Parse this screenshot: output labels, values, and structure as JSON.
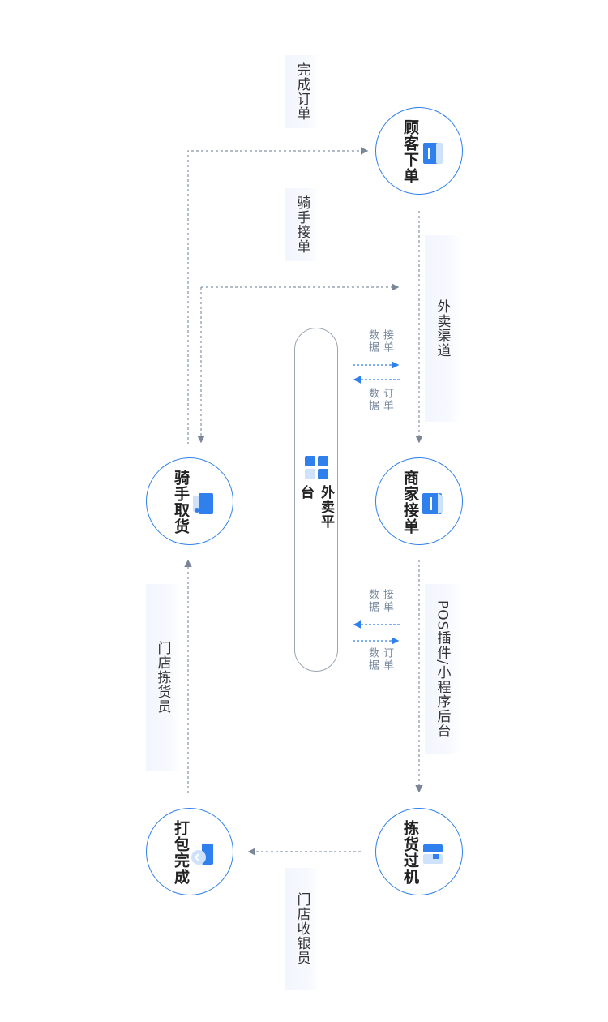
{
  "nodes": {
    "customer_order": "顾客下单",
    "merchant_accept": "商家接单",
    "picking_machine": "拣货过机",
    "rider_pickup": "骑手取货",
    "packing_done": "打包完成"
  },
  "edge_labels": {
    "complete_order": "完成订单",
    "rider_accept": "骑手接单",
    "delivery_channel": "外卖渠道",
    "pos_plugin": "POS插件/小程序后台",
    "store_picker": "门店拣货员",
    "store_cashier": "门店收银员"
  },
  "platform": {
    "label": "外卖平台",
    "top_accept_data": "接单数据",
    "top_order_data": "订单数据",
    "bottom_accept_data": "接单数据",
    "bottom_order_data": "订单数据"
  },
  "colors": {
    "accent": "#2f80ed",
    "accent_light": "#cfe2fb",
    "dashed_line": "#8592a6",
    "text": "#222222"
  }
}
